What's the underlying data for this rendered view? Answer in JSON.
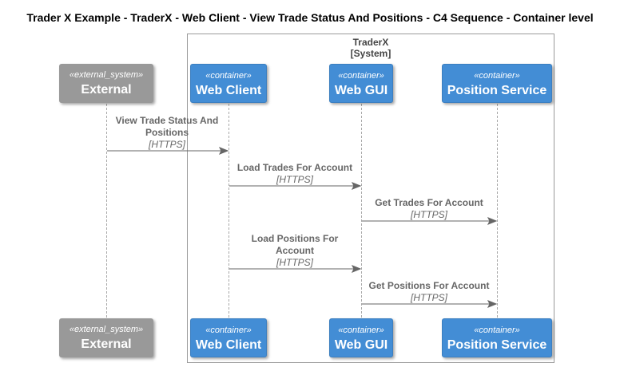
{
  "title": "Trader X Example - TraderX - Web Client - View Trade Status And Positions - C4 Sequence - Container level",
  "boundary": {
    "name": "TraderX",
    "type": "[System]"
  },
  "participants": [
    {
      "id": "external",
      "stereotype": "«external_system»",
      "name": "External"
    },
    {
      "id": "web-client",
      "stereotype": "«container»",
      "name": "Web Client"
    },
    {
      "id": "web-gui",
      "stereotype": "«container»",
      "name": "Web GUI"
    },
    {
      "id": "position-service",
      "stereotype": "«container»",
      "name": "Position Service"
    }
  ],
  "messages": [
    {
      "label_line1": "View Trade Status And",
      "label_line2": "Positions",
      "tech": "[HTTPS]"
    },
    {
      "label_line1": "Load Trades For Account",
      "tech": "[HTTPS]"
    },
    {
      "label_line1": "Get Trades For Account",
      "tech": "[HTTPS]"
    },
    {
      "label_line1": "Load Positions For",
      "label_line2": "Account",
      "tech": "[HTTPS]"
    },
    {
      "label_line1": "Get Positions For Account",
      "tech": "[HTTPS]"
    }
  ],
  "colors": {
    "external": "#999999",
    "container": "#438dd5",
    "arrow": "#666666"
  }
}
